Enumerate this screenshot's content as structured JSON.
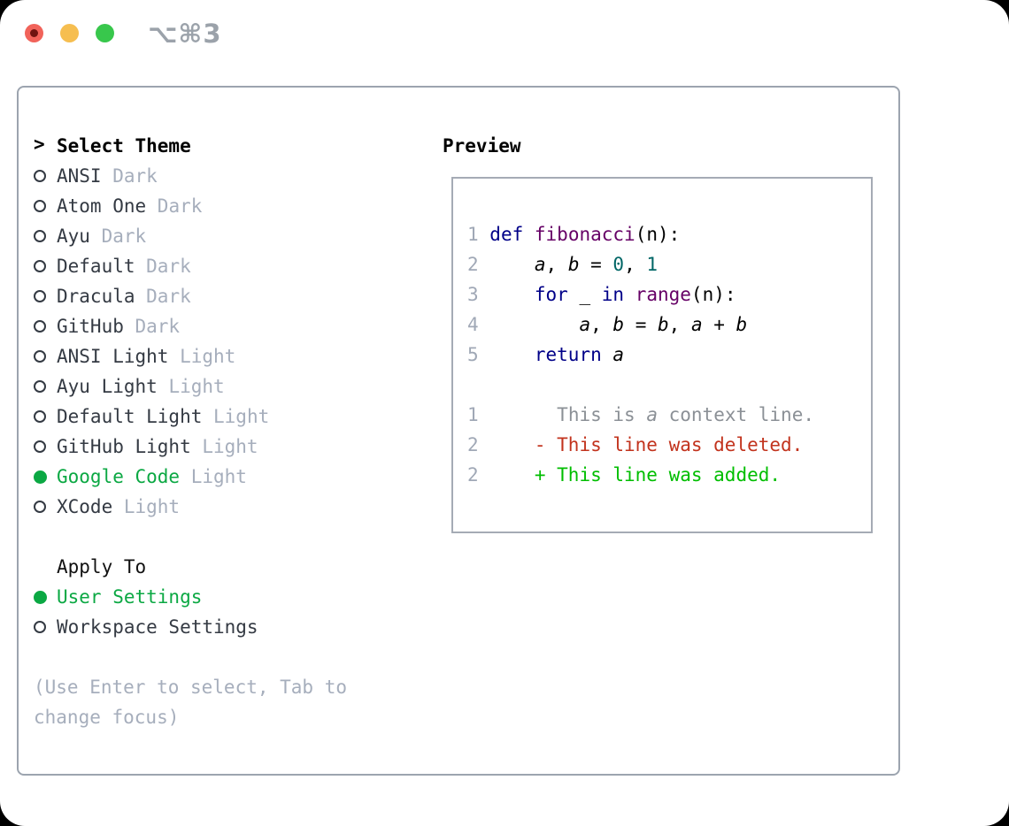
{
  "window": {
    "title": "⌥⌘3"
  },
  "traffic_lights": {
    "close": "red",
    "minimize": "yellow",
    "zoom": "green"
  },
  "theme_selector": {
    "prompt": ">",
    "header": "Select Theme",
    "items": [
      {
        "name": "ANSI",
        "variant": "Dark",
        "selected": false
      },
      {
        "name": "Atom One",
        "variant": "Dark",
        "selected": false
      },
      {
        "name": "Ayu",
        "variant": "Dark",
        "selected": false
      },
      {
        "name": "Default",
        "variant": "Dark",
        "selected": false
      },
      {
        "name": "Dracula",
        "variant": "Dark",
        "selected": false
      },
      {
        "name": "GitHub",
        "variant": "Dark",
        "selected": false
      },
      {
        "name": "ANSI Light",
        "variant": "Light",
        "selected": false
      },
      {
        "name": "Ayu Light",
        "variant": "Light",
        "selected": false
      },
      {
        "name": "Default Light",
        "variant": "Light",
        "selected": false
      },
      {
        "name": "GitHub Light",
        "variant": "Light",
        "selected": false
      },
      {
        "name": "Google Code",
        "variant": "Light",
        "selected": true
      },
      {
        "name": "XCode",
        "variant": "Light",
        "selected": false
      }
    ]
  },
  "apply_to": {
    "header": "Apply To",
    "options": [
      {
        "label": "User Settings",
        "selected": true
      },
      {
        "label": "Workspace Settings",
        "selected": false
      }
    ]
  },
  "help_text": "(Use Enter to select, Tab to change focus)",
  "preview": {
    "header": "Preview",
    "lines": [
      [
        {
          "t": "1 ",
          "c": "num"
        },
        {
          "t": "def",
          "c": "kwd"
        },
        {
          "t": " "
        },
        {
          "t": "fibonacci",
          "c": "typ"
        },
        {
          "t": "(n):"
        }
      ],
      [
        {
          "t": "2 ",
          "c": "num"
        },
        {
          "t": "    "
        },
        {
          "t": "a",
          "c": "var"
        },
        {
          "t": ", "
        },
        {
          "t": "b",
          "c": "var"
        },
        {
          "t": " = "
        },
        {
          "t": "0",
          "c": "lit"
        },
        {
          "t": ", "
        },
        {
          "t": "1",
          "c": "lit"
        }
      ],
      [
        {
          "t": "3 ",
          "c": "num"
        },
        {
          "t": "    "
        },
        {
          "t": "for",
          "c": "kwd"
        },
        {
          "t": " _ "
        },
        {
          "t": "in",
          "c": "kwd"
        },
        {
          "t": " "
        },
        {
          "t": "range",
          "c": "typ"
        },
        {
          "t": "(n):"
        }
      ],
      [
        {
          "t": "4 ",
          "c": "num"
        },
        {
          "t": "        "
        },
        {
          "t": "a",
          "c": "var"
        },
        {
          "t": ", "
        },
        {
          "t": "b",
          "c": "var"
        },
        {
          "t": " = "
        },
        {
          "t": "b",
          "c": "var"
        },
        {
          "t": ", "
        },
        {
          "t": "a",
          "c": "var"
        },
        {
          "t": " + "
        },
        {
          "t": "b",
          "c": "var"
        }
      ],
      [
        {
          "t": "5 ",
          "c": "num"
        },
        {
          "t": "    "
        },
        {
          "t": "return",
          "c": "kwd"
        },
        {
          "t": " "
        },
        {
          "t": "a",
          "c": "var"
        }
      ],
      [],
      [
        {
          "t": "1",
          "c": "num"
        },
        {
          "t": "       "
        },
        {
          "t": "This is ",
          "c": "ctx"
        },
        {
          "t": "a",
          "c": "ctxv"
        },
        {
          "t": " context line.",
          "c": "ctx"
        }
      ],
      [
        {
          "t": "2",
          "c": "num"
        },
        {
          "t": "     "
        },
        {
          "t": "- This line was deleted.",
          "c": "del"
        }
      ],
      [
        {
          "t": "2",
          "c": "num"
        },
        {
          "t": "     "
        },
        {
          "t": "+ This line was added.",
          "c": "add"
        }
      ]
    ]
  },
  "colors": {
    "tl_red": "#F1635A",
    "tl_red_dot": "#6E1410",
    "tl_yellow": "#F6BE50",
    "tl_green": "#38C74C",
    "title_gray": "#9BA2AA",
    "panel_border": "#9CA4AF",
    "preview_border": "#A5ABB5",
    "item_text": "#343A43",
    "muted": "#A6AEBC",
    "accent_green": "#0BA843",
    "line_num": "#A0A8B6",
    "kwd": "#000088",
    "typ": "#660066",
    "lit": "#006666",
    "ctx": "#8B9096",
    "diff_del": "#C2331D",
    "diff_add": "#00BE00"
  }
}
